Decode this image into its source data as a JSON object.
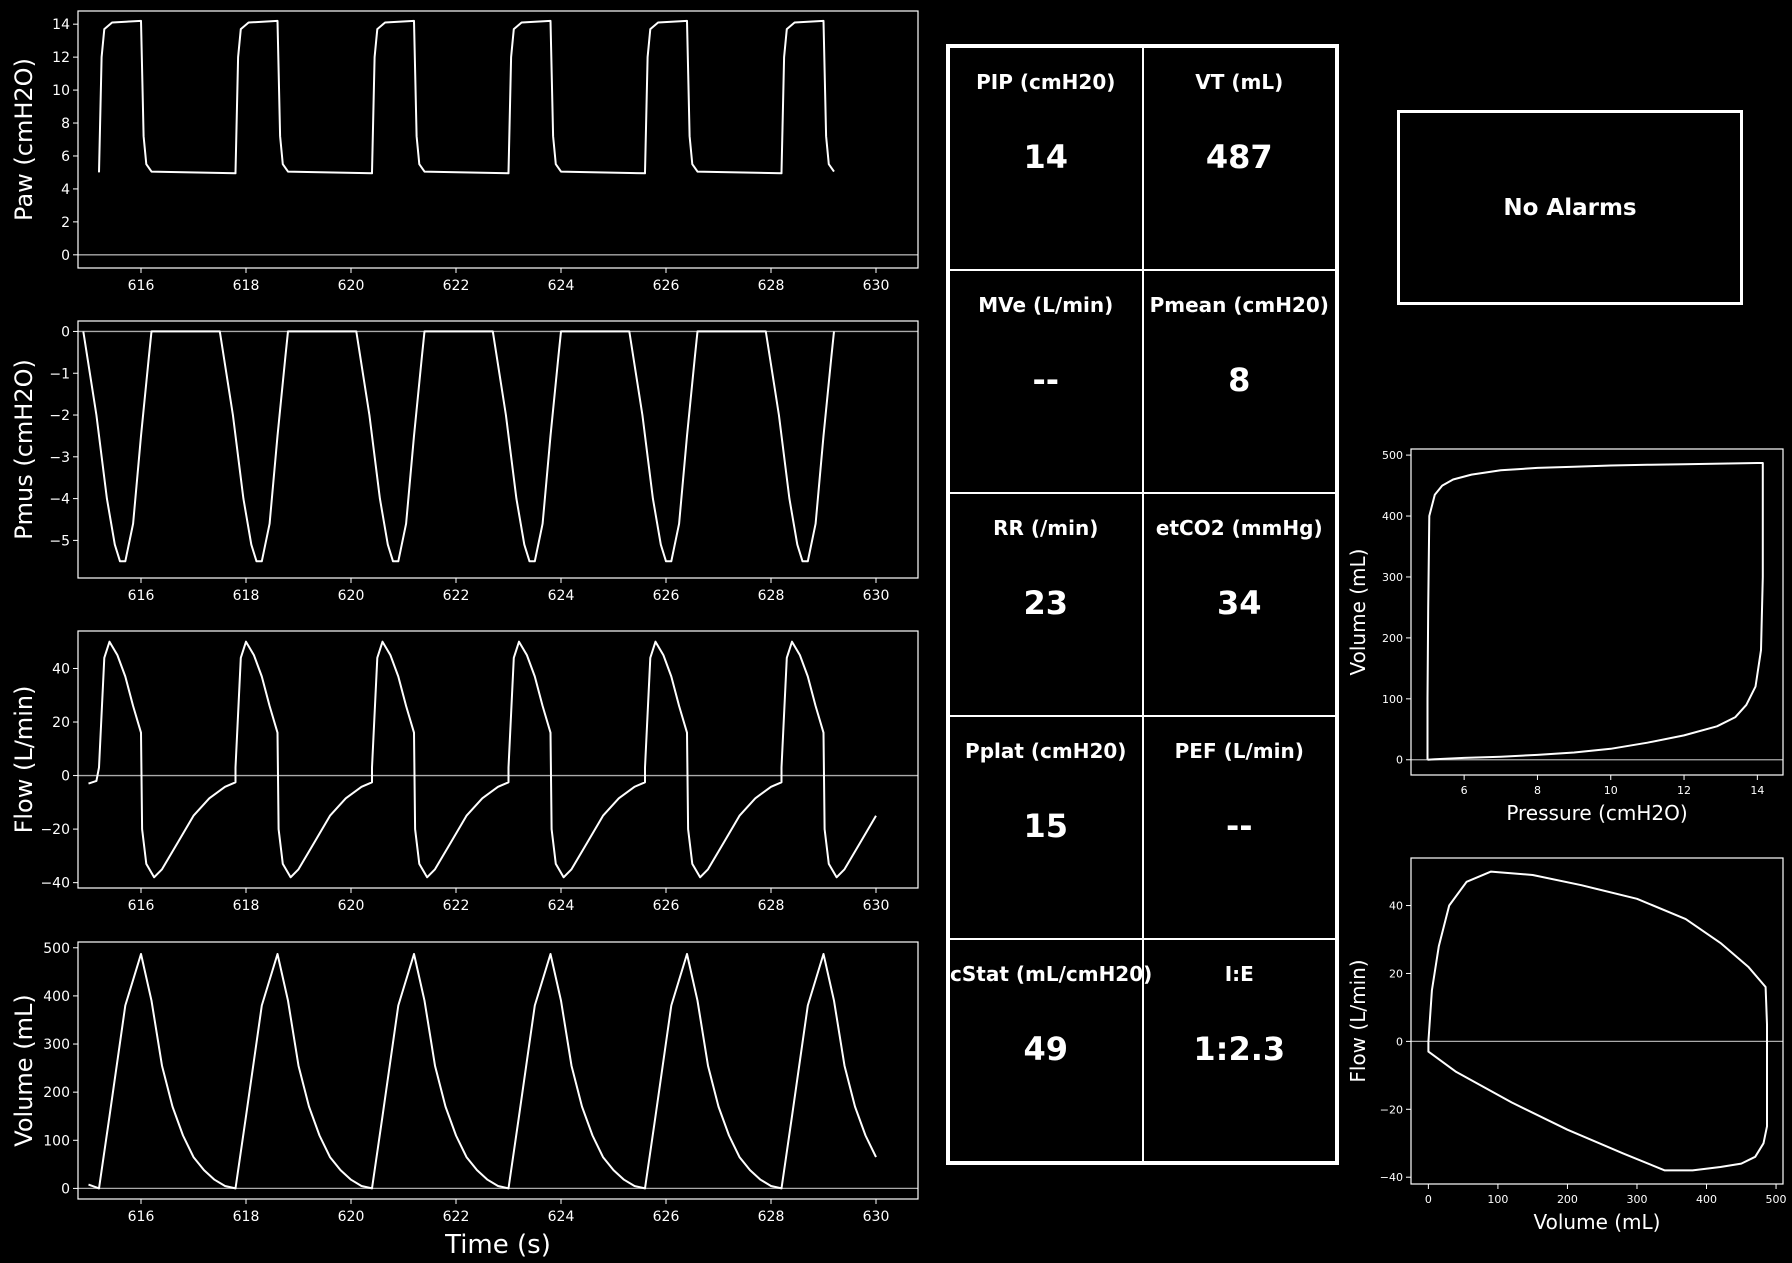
{
  "colors": {
    "background": "#000000",
    "trace": "#ffffff",
    "zero_line": "#aaaaaa"
  },
  "alarm": {
    "text": "No Alarms"
  },
  "readouts": [
    {
      "label": "PIP (cmH20)",
      "value": "14"
    },
    {
      "label": "VT (mL)",
      "value": "487"
    },
    {
      "label": "MVe (L/min)",
      "value": "--"
    },
    {
      "label": "Pmean (cmH20)",
      "value": "8"
    },
    {
      "label": "RR (/min)",
      "value": "23"
    },
    {
      "label": "etCO2 (mmHg)",
      "value": "34"
    },
    {
      "label": "Pplat (cmH20)",
      "value": "15"
    },
    {
      "label": "PEF (L/min)",
      "value": "--"
    },
    {
      "label": "cStat (mL/cmH20)",
      "value": "49"
    },
    {
      "label": "I:E",
      "value": "1:2.3"
    }
  ],
  "chart_data": [
    {
      "id": "paw",
      "type": "line",
      "ylabel": "Paw (cmH2O)",
      "xlabel": "",
      "xlim": [
        614.8,
        630.8
      ],
      "ylim": [
        -0.8,
        14.8
      ],
      "xticks": [
        616,
        618,
        620,
        622,
        624,
        626,
        628,
        630
      ],
      "yticks": [
        0,
        2,
        4,
        6,
        8,
        10,
        12,
        14
      ],
      "breath_starts": [
        615.2,
        617.8,
        620.4,
        623.0,
        625.6,
        628.2
      ],
      "breath_end": 630.0,
      "breath_shape": [
        [
          0,
          5.0
        ],
        [
          0.05,
          12.0
        ],
        [
          0.1,
          13.7
        ],
        [
          0.25,
          14.1
        ],
        [
          0.8,
          14.2
        ],
        [
          0.85,
          7.2
        ],
        [
          0.9,
          5.5
        ],
        [
          1.0,
          5.05
        ],
        [
          2.6,
          4.95
        ]
      ],
      "series": [
        {
          "values": []
        }
      ]
    },
    {
      "id": "pmus",
      "type": "line",
      "ylabel": "Pmus (cmH2O)",
      "xlabel": "",
      "xlim": [
        614.8,
        630.8
      ],
      "ylim": [
        -5.9,
        0.25
      ],
      "xticks": [
        616,
        618,
        620,
        622,
        624,
        626,
        628,
        630
      ],
      "yticks": [
        0,
        -1,
        -2,
        -3,
        -4,
        -5
      ],
      "breath_starts": [
        614.9,
        617.5,
        620.1,
        622.7,
        625.3,
        627.9
      ],
      "breath_end": 630.0,
      "breath_shape": [
        [
          0,
          0
        ],
        [
          0.25,
          -2.0
        ],
        [
          0.45,
          -4.0
        ],
        [
          0.6,
          -5.1
        ],
        [
          0.7,
          -5.5
        ],
        [
          0.8,
          -5.5
        ],
        [
          0.95,
          -4.6
        ],
        [
          1.1,
          -2.5
        ],
        [
          1.25,
          -0.6
        ],
        [
          1.3,
          0
        ],
        [
          2.6,
          0
        ]
      ],
      "series": [
        {
          "values": []
        }
      ]
    },
    {
      "id": "flow",
      "type": "line",
      "ylabel": "Flow (L/min)",
      "xlabel": "",
      "xlim": [
        614.8,
        630.8
      ],
      "ylim": [
        -42,
        54
      ],
      "xticks": [
        616,
        618,
        620,
        622,
        624,
        626,
        628,
        630
      ],
      "yticks": [
        40,
        20,
        0,
        -20,
        -40
      ],
      "breath_starts": [
        615.2,
        617.8,
        620.4,
        623.0,
        625.6,
        628.2
      ],
      "breath_end": 630.0,
      "lead_in": [
        [
          615.0,
          -3.0
        ],
        [
          615.15,
          -2.0
        ]
      ],
      "breath_shape": [
        [
          0,
          3
        ],
        [
          0.1,
          44
        ],
        [
          0.2,
          50
        ],
        [
          0.35,
          45
        ],
        [
          0.5,
          37
        ],
        [
          0.65,
          26
        ],
        [
          0.8,
          16
        ],
        [
          0.82,
          -20
        ],
        [
          0.9,
          -33
        ],
        [
          1.05,
          -38
        ],
        [
          1.2,
          -35
        ],
        [
          1.5,
          -25
        ],
        [
          1.8,
          -15
        ],
        [
          2.1,
          -8.5
        ],
        [
          2.4,
          -4.2
        ],
        [
          2.6,
          -2.5
        ]
      ],
      "series": [
        {
          "values": []
        }
      ]
    },
    {
      "id": "volume",
      "type": "line",
      "ylabel": "Volume (mL)",
      "xlabel": "Time (s)",
      "xlim": [
        614.8,
        630.8
      ],
      "ylim": [
        -22,
        512
      ],
      "xticks": [
        616,
        618,
        620,
        622,
        624,
        626,
        628,
        630
      ],
      "yticks": [
        0,
        100,
        200,
        300,
        400,
        500
      ],
      "breath_starts": [
        615.2,
        617.8,
        620.4,
        623.0,
        625.6,
        628.2
      ],
      "breath_end": 630.0,
      "lead_in": [
        [
          615.0,
          8
        ],
        [
          615.15,
          2
        ]
      ],
      "breath_shape": [
        [
          0,
          0
        ],
        [
          0.2,
          150
        ],
        [
          0.5,
          380
        ],
        [
          0.8,
          487
        ],
        [
          1.0,
          390
        ],
        [
          1.2,
          255
        ],
        [
          1.4,
          170
        ],
        [
          1.6,
          110
        ],
        [
          1.8,
          65
        ],
        [
          2.0,
          38
        ],
        [
          2.2,
          18
        ],
        [
          2.4,
          5
        ],
        [
          2.6,
          0
        ]
      ],
      "series": [
        {
          "values": []
        }
      ]
    },
    {
      "id": "pv_loop",
      "type": "line",
      "xlabel": "Pressure (cmH2O)",
      "ylabel": "Volume (mL)",
      "xlim": [
        4.55,
        14.7
      ],
      "ylim": [
        -25,
        510
      ],
      "xticks": [
        6,
        8,
        10,
        12,
        14
      ],
      "yticks": [
        0,
        100,
        200,
        300,
        400,
        500
      ],
      "series": [
        {
          "x": [
            5.0,
            5.0,
            5.02,
            5.05,
            5.2,
            5.4,
            5.7,
            6.2,
            7.0,
            8.0,
            9.0,
            10.0,
            11.0,
            12.0,
            13.0,
            14.0,
            14.15,
            14.15,
            14.1,
            13.95,
            13.7,
            13.4,
            12.9,
            12.0,
            11.0,
            10.0,
            9.0,
            8.0,
            7.0,
            6.0,
            5.2,
            5.0
          ],
          "y": [
            0,
            100,
            250,
            400,
            435,
            450,
            460,
            468,
            475,
            479,
            481,
            483,
            484,
            485,
            486,
            487,
            487,
            300,
            180,
            120,
            90,
            70,
            55,
            40,
            28,
            18,
            12,
            8,
            5,
            3,
            1,
            0
          ]
        }
      ]
    },
    {
      "id": "fv_loop",
      "type": "line",
      "xlabel": "Volume (mL)",
      "ylabel": "Flow (L/min)",
      "xlim": [
        -25,
        510
      ],
      "ylim": [
        -42,
        54
      ],
      "xticks": [
        0,
        100,
        200,
        300,
        400,
        500
      ],
      "yticks": [
        40,
        20,
        0,
        -20,
        -40
      ],
      "series": [
        {
          "x": [
            0,
            5,
            15,
            30,
            55,
            90,
            150,
            220,
            300,
            370,
            420,
            460,
            485,
            487,
            487,
            487,
            482,
            470,
            450,
            420,
            380,
            340,
            280,
            200,
            120,
            40,
            0,
            0
          ],
          "y": [
            0,
            15,
            28,
            40,
            47,
            50,
            49,
            46,
            42,
            36,
            29,
            22,
            16,
            5,
            -10,
            -25,
            -30,
            -34,
            -36,
            -37,
            -38,
            -38,
            -33,
            -26,
            -18,
            -9,
            -3,
            0
          ]
        }
      ]
    }
  ]
}
